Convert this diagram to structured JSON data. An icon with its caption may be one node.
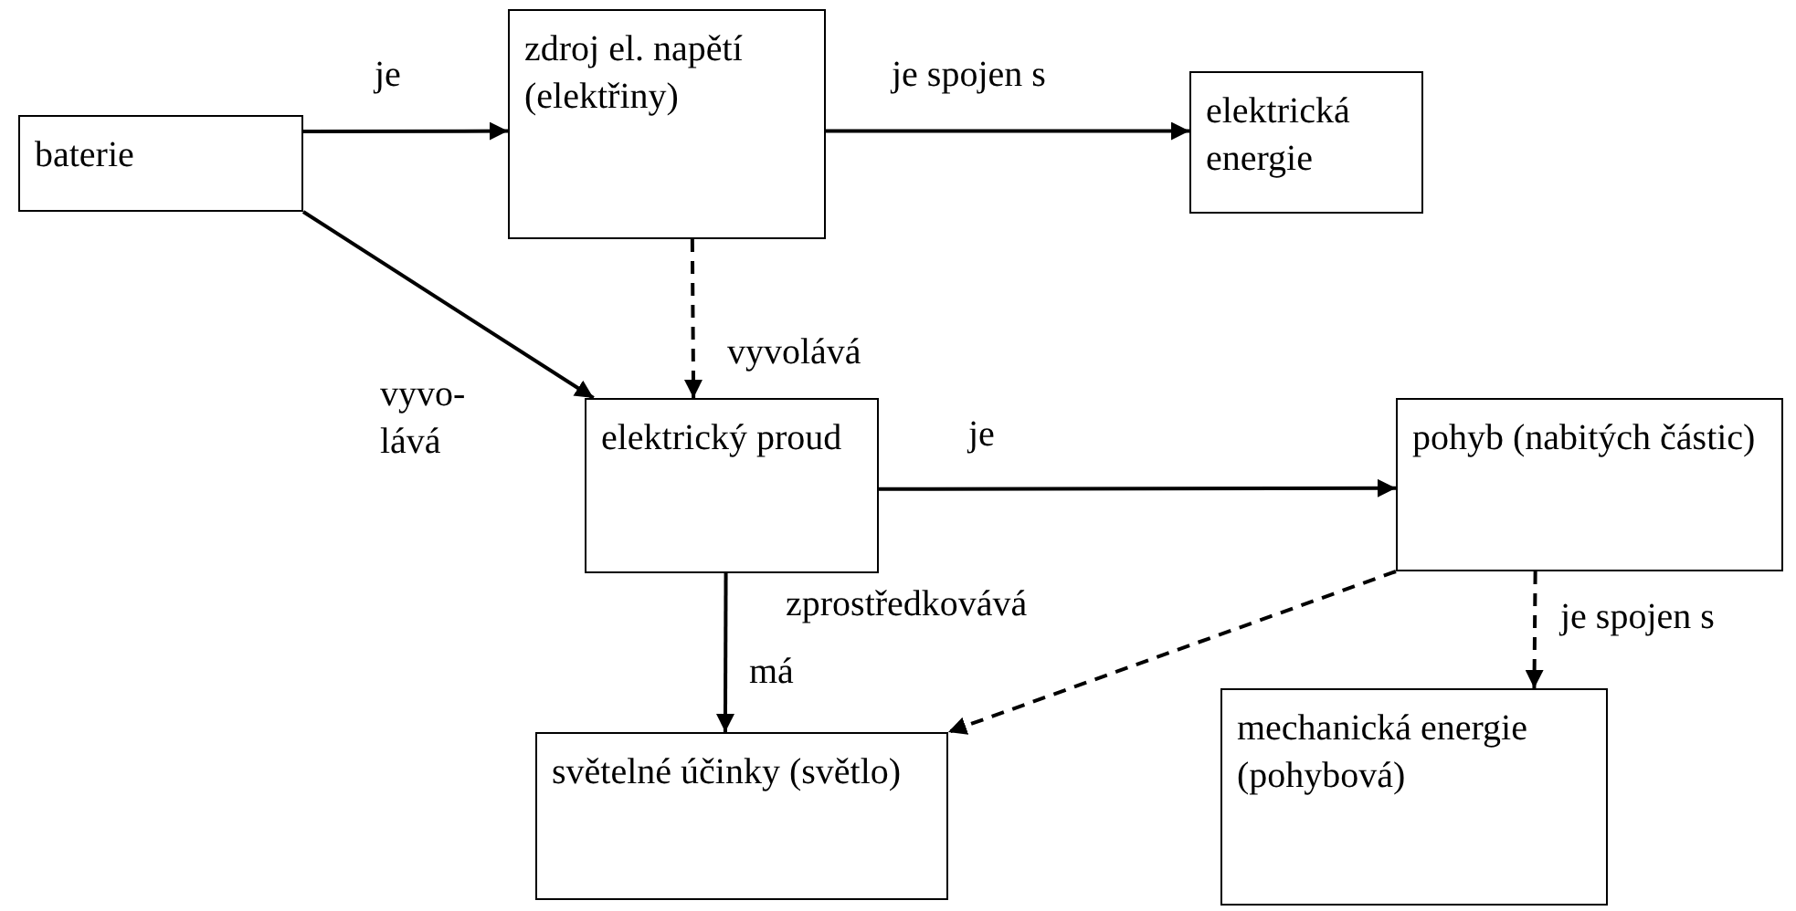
{
  "diagram": {
    "nodes": [
      {
        "text": [
          "baterie"
        ]
      },
      {
        "text": [
          "zdroj el. napětí (elektřiny)"
        ]
      },
      {
        "text": [
          "elektrická energie"
        ]
      },
      {
        "text": [
          "elektrický proud"
        ]
      },
      {
        "text": [
          "pohyb (nabitých částic)"
        ]
      },
      {
        "text": [
          "světelné účinky (světlo)"
        ]
      },
      {
        "text": [
          "mechanická energie (pohybová)"
        ]
      }
    ],
    "edges": [
      {
        "from": 0,
        "to": 1,
        "arrow": "to",
        "label": "je"
      },
      {
        "from": 1,
        "to": 2,
        "arrow": "to",
        "label": "je spojen s"
      },
      {
        "from": 1,
        "to": 3,
        "arrow": "to",
        "label": "vyvolává",
        "style": "dashed"
      },
      {
        "from": 0,
        "to": 3,
        "arrow": "to",
        "label": "vyvo- lává"
      },
      {
        "from": 3,
        "to": 4,
        "arrow": "to",
        "label": "je"
      },
      {
        "from": 3,
        "to": 5,
        "arrow": "to",
        "label": "má"
      },
      {
        "from": 4,
        "to": 5,
        "arrow": "to",
        "label": "zprostředkovává",
        "style": "dashed"
      },
      {
        "from": 4,
        "to": 6,
        "arrow": "to",
        "label": "je spojen s",
        "style": "dashed"
      }
    ]
  }
}
